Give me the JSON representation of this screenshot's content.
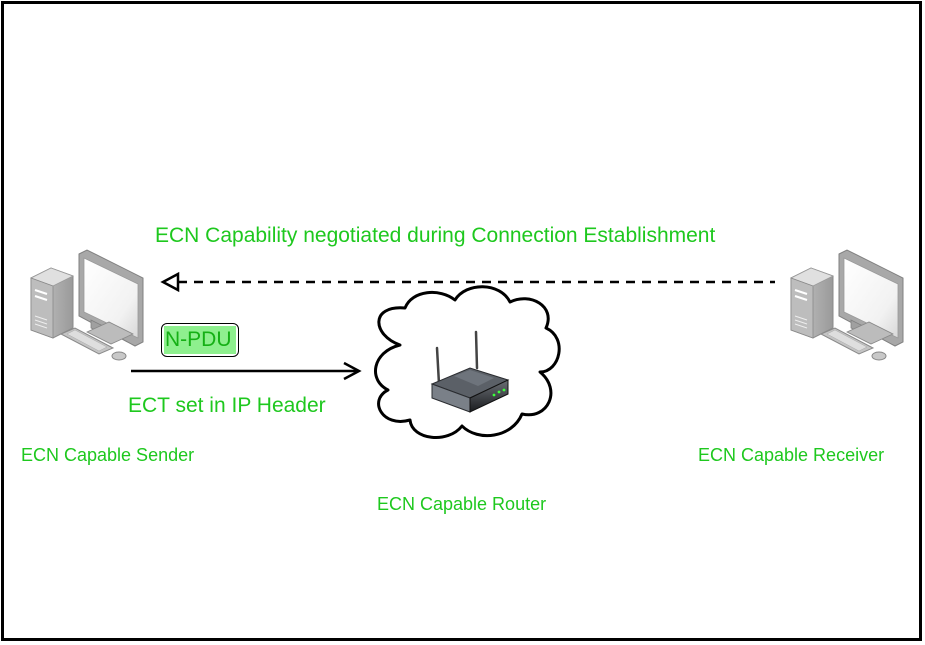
{
  "diagram": {
    "title": "ECN Capability negotiated during Connection Establishment",
    "packet_label": "N-PDU",
    "forward_arrow_label": "ECT set in IP Header",
    "nodes": {
      "sender": {
        "label": "ECN Capable Sender",
        "icon": "desktop-computer-icon"
      },
      "router": {
        "label": "ECN Capable Router",
        "icon": "wireless-router-icon",
        "container": "cloud"
      },
      "receiver": {
        "label": "ECN Capable Receiver",
        "icon": "desktop-computer-icon"
      }
    },
    "edges": [
      {
        "from": "receiver",
        "to": "sender",
        "style": "dashed",
        "arrowhead": "open-triangle",
        "label": "ECN Capability negotiated during Connection Establishment"
      },
      {
        "from": "sender",
        "to": "router",
        "style": "solid",
        "arrowhead": "open-arrow",
        "label": "ECT set in IP Header",
        "payload": "N-PDU"
      }
    ],
    "colors": {
      "text": "#1ec81e",
      "packet_fill": "#8ef08e",
      "line": "#000000"
    }
  }
}
